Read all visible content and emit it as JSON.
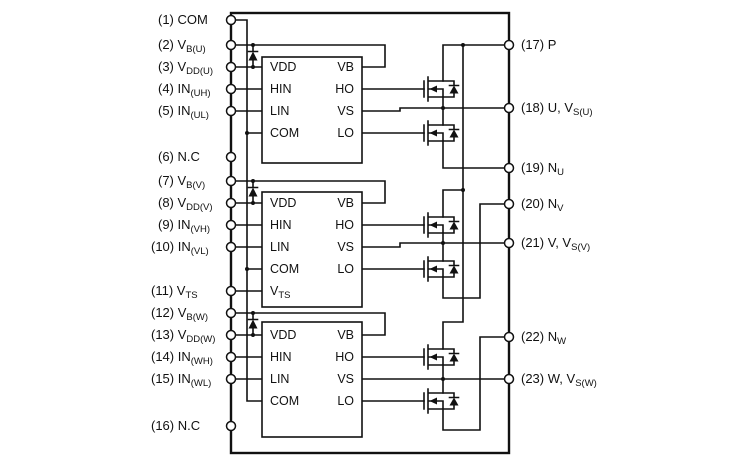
{
  "colors": {
    "ink": "#111111",
    "background": "#ffffff"
  },
  "left_pins": [
    {
      "main": "(1) COM",
      "sub": ""
    },
    {
      "main": "(2) V",
      "sub": "B(U)"
    },
    {
      "main": "(3) V",
      "sub": "DD(U)"
    },
    {
      "main": "(4) IN",
      "sub": "(UH)"
    },
    {
      "main": "(5) IN",
      "sub": "(UL)"
    },
    {
      "main": "(6) N.C",
      "sub": ""
    },
    {
      "main": "(7) V",
      "sub": "B(V)"
    },
    {
      "main": "(8) V",
      "sub": "DD(V)"
    },
    {
      "main": "(9) IN",
      "sub": "(VH)"
    },
    {
      "main": "(10) IN",
      "sub": "(VL)"
    },
    {
      "main": "(11) V",
      "sub": "TS"
    },
    {
      "main": "(12) V",
      "sub": "B(W)"
    },
    {
      "main": "(13) V",
      "sub": "DD(W)"
    },
    {
      "main": "(14) IN",
      "sub": "(WH)"
    },
    {
      "main": "(15) IN",
      "sub": "(WL)"
    },
    {
      "main": "(16) N.C",
      "sub": ""
    }
  ],
  "right_pins": [
    {
      "main": "(17) P",
      "sub": ""
    },
    {
      "main": "(18) U, V",
      "sub": "S(U)"
    },
    {
      "main": "(19) N",
      "sub": "U"
    },
    {
      "main": "(20) N",
      "sub": "V"
    },
    {
      "main": "(21) V, V",
      "sub": "S(V)"
    },
    {
      "main": "(22) N",
      "sub": "W"
    },
    {
      "main": "(23) W, V",
      "sub": "S(W)"
    }
  ],
  "driver_blocks": [
    {
      "left_pins": [
        {
          "main": "VDD",
          "sub": ""
        },
        {
          "main": "HIN",
          "sub": ""
        },
        {
          "main": "LIN",
          "sub": ""
        },
        {
          "main": "COM",
          "sub": ""
        }
      ],
      "right_pins": [
        "VB",
        "HO",
        "VS",
        "LO"
      ]
    },
    {
      "left_pins": [
        {
          "main": "VDD",
          "sub": ""
        },
        {
          "main": "HIN",
          "sub": ""
        },
        {
          "main": "LIN",
          "sub": ""
        },
        {
          "main": "COM",
          "sub": ""
        },
        {
          "main": "V",
          "sub": "TS"
        }
      ],
      "right_pins": [
        "VB",
        "HO",
        "VS",
        "LO"
      ]
    },
    {
      "left_pins": [
        {
          "main": "VDD",
          "sub": ""
        },
        {
          "main": "HIN",
          "sub": ""
        },
        {
          "main": "LIN",
          "sub": ""
        },
        {
          "main": "COM",
          "sub": ""
        }
      ],
      "right_pins": [
        "VB",
        "HO",
        "VS",
        "LO"
      ]
    }
  ]
}
